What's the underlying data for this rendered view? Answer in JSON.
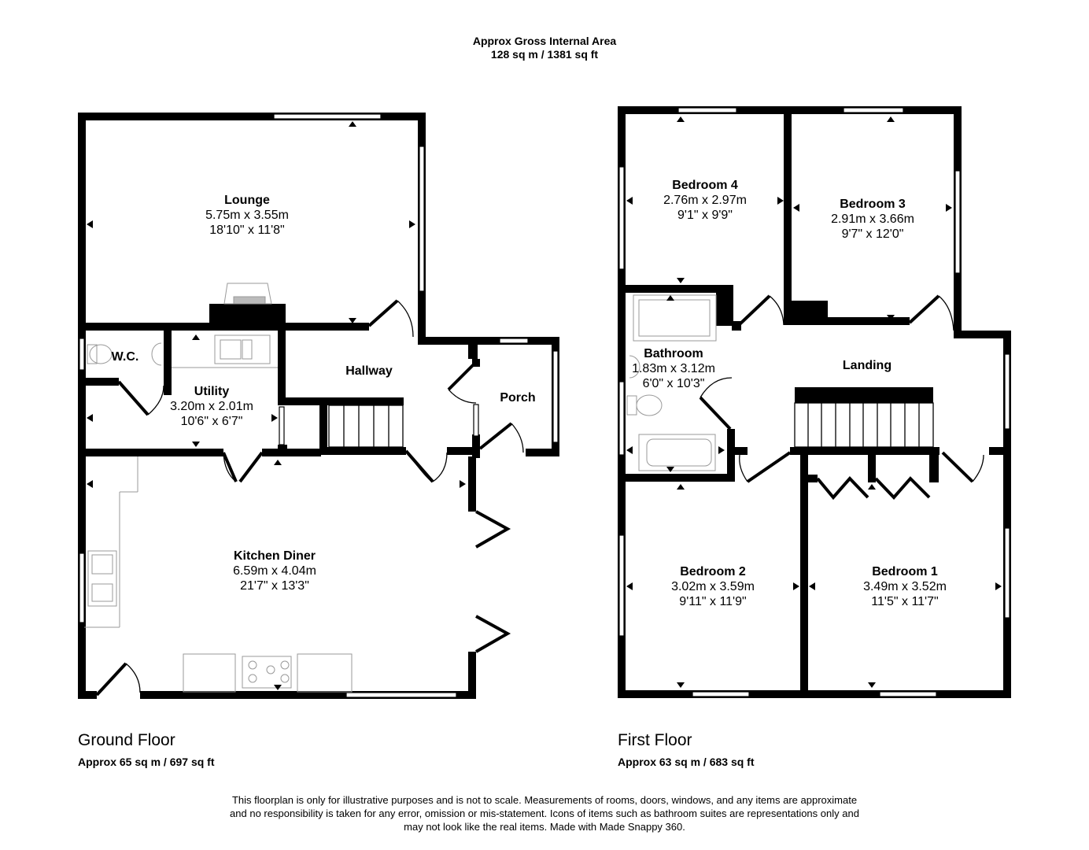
{
  "header": {
    "title": "Approx Gross Internal Area",
    "area": "128 sq m / 1381 sq ft"
  },
  "ground_floor": {
    "title": "Ground Floor",
    "area": "Approx 65 sq m / 697 sq ft",
    "rooms": [
      {
        "name": "Lounge",
        "metric": "5.75m x 3.55m",
        "imperial": "18'10\" x 11'8\""
      },
      {
        "name": "W.C."
      },
      {
        "name": "Utility",
        "metric": "3.20m x 2.01m",
        "imperial": "10'6\" x 6'7\""
      },
      {
        "name": "Hallway"
      },
      {
        "name": "Porch"
      },
      {
        "name": "Kitchen Diner",
        "metric": "6.59m x 4.04m",
        "imperial": "21'7\" x 13'3\""
      }
    ]
  },
  "first_floor": {
    "title": "First Floor",
    "area": "Approx 63 sq m / 683 sq ft",
    "rooms": [
      {
        "name": "Bedroom 4",
        "metric": "2.76m x 2.97m",
        "imperial": "9'1\" x 9'9\""
      },
      {
        "name": "Bedroom 3",
        "metric": "2.91m x 3.66m",
        "imperial": "9'7\" x 12'0\""
      },
      {
        "name": "Bathroom",
        "metric": "1.83m x 3.12m",
        "imperial": "6'0\" x 10'3\""
      },
      {
        "name": "Landing"
      },
      {
        "name": "Bedroom 2",
        "metric": "3.02m x 3.59m",
        "imperial": "9'11\" x 11'9\""
      },
      {
        "name": "Bedroom 1",
        "metric": "3.49m x 3.52m",
        "imperial": "11'5\" x 11'7\""
      }
    ]
  },
  "disclaimer": {
    "line1": "This floorplan is only for illustrative purposes and is not to scale. Measurements of rooms, doors, windows, and any items are approximate",
    "line2": "and no responsibility is taken for any error, omission or mis-statement. Icons of items such as bathroom suites are representations only and",
    "line3": "may not look like the real items. Made with Made Snappy 360."
  },
  "colors": {
    "wall": "#000000",
    "fixture": "#9a9a9a",
    "background": "#ffffff"
  }
}
